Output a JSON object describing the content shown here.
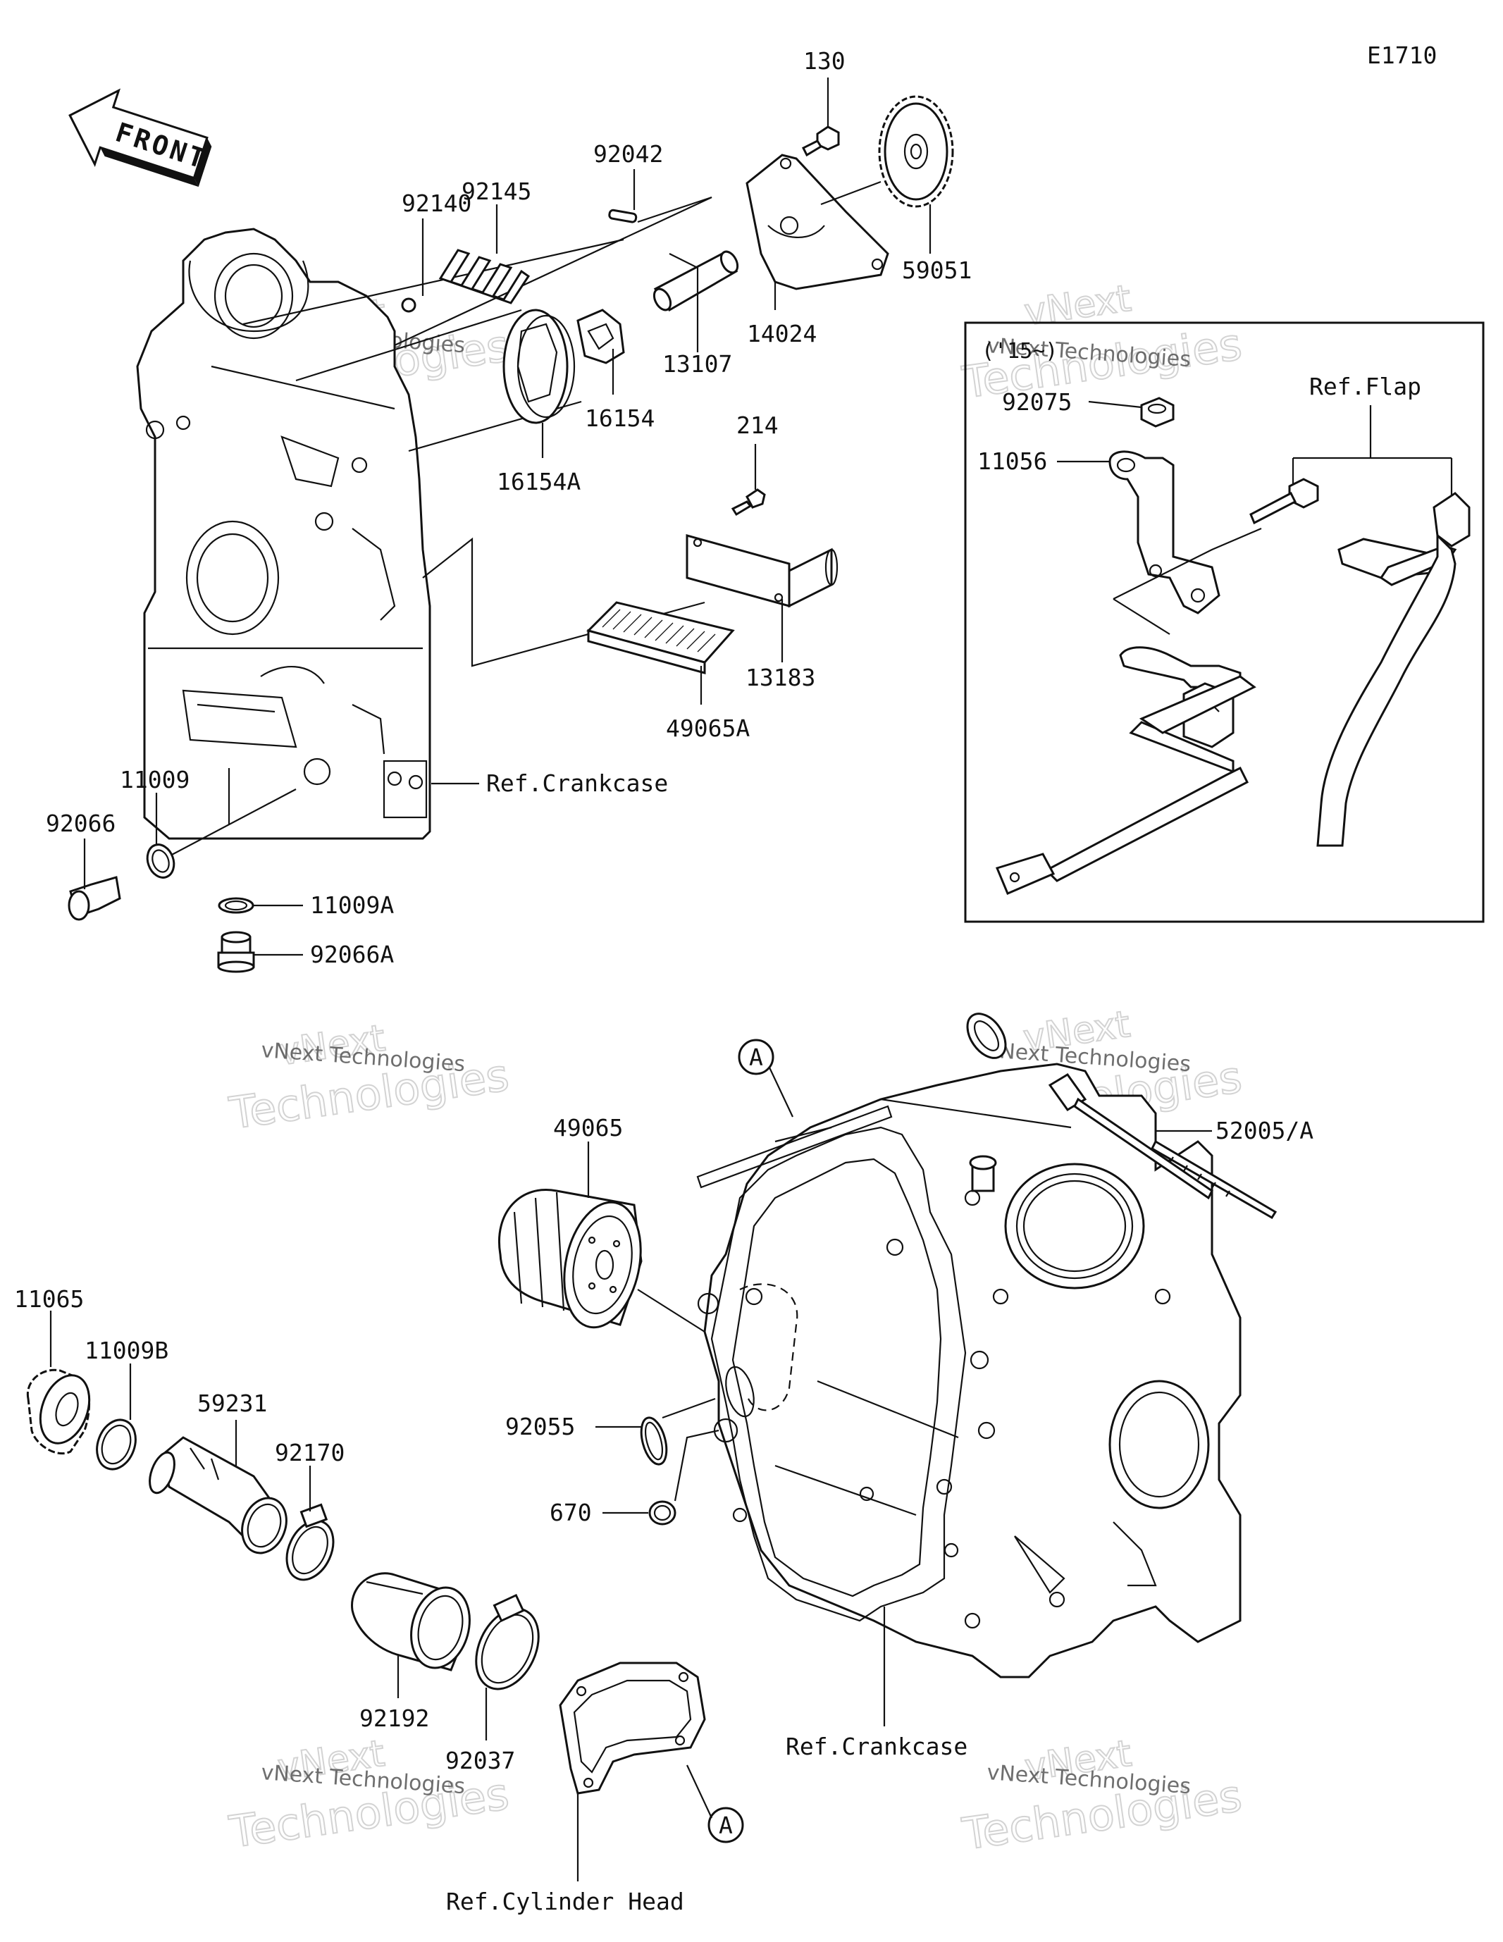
{
  "diagram_code": "E1710",
  "front_label": "FRONT",
  "watermark": {
    "line1": "vNext Technologies",
    "line2": "vNext",
    "line3": "Technologies"
  },
  "parts": {
    "p130": "130",
    "p92042": "92042",
    "p92145": "92145",
    "p92140": "92140",
    "p59051": "59051",
    "p14024": "14024",
    "p13107": "13107",
    "p16154": "16154",
    "p16154A": "16154A",
    "p214": "214",
    "p13183": "13183",
    "p49065A": "49065A",
    "p11009": "11009",
    "p92066": "92066",
    "p11009A": "11009A",
    "p92066A": "92066A",
    "p92075": "92075",
    "p11056": "11056",
    "p49065": "49065",
    "p52005A": "52005/A",
    "p11065": "11065",
    "p11009B": "11009B",
    "p59231": "59231",
    "p92170": "92170",
    "p92055": "92055",
    "p670": "670",
    "p92192": "92192",
    "p92037": "92037"
  },
  "refs": {
    "crankcase_top": "Ref.Crankcase",
    "flap": "Ref.Flap",
    "crankcase_bottom": "Ref.Crankcase",
    "cylinder_head": "Ref.Cylinder Head"
  },
  "inset_label": "('15~)",
  "callout_a": "A"
}
